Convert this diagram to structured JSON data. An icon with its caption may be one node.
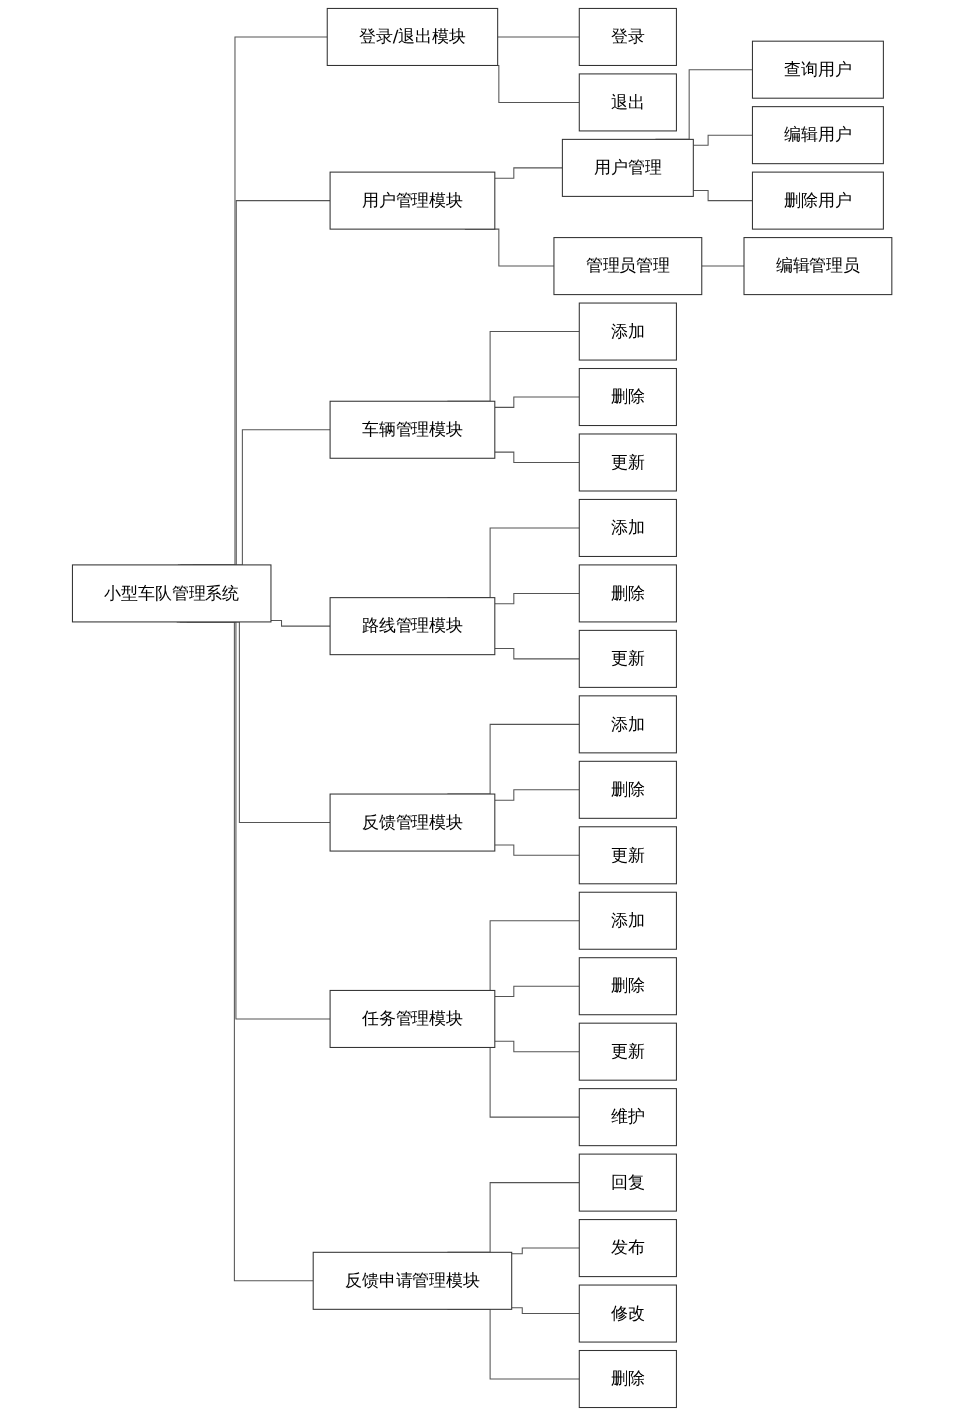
{
  "diagram": {
    "nodes": [
      {
        "text": [
          "小型车队管理系统"
        ]
      },
      {
        "text": [
          "登录/退出模块"
        ]
      },
      {
        "text": [
          "登录"
        ]
      },
      {
        "text": [
          "退出"
        ]
      },
      {
        "text": [
          "用户管理模块"
        ]
      },
      {
        "text": [
          "用户管理"
        ]
      },
      {
        "text": [
          "查询用户"
        ]
      },
      {
        "text": [
          "编辑用户"
        ]
      },
      {
        "text": [
          "删除用户"
        ]
      },
      {
        "text": [
          "管理员管理"
        ]
      },
      {
        "text": [
          "编辑管理员"
        ]
      },
      {
        "text": [
          "车辆管理模块"
        ]
      },
      {
        "text": [
          "添加"
        ]
      },
      {
        "text": [
          "删除"
        ]
      },
      {
        "text": [
          "更新"
        ]
      },
      {
        "text": [
          "路线管理模块"
        ]
      },
      {
        "text": [
          "添加"
        ]
      },
      {
        "text": [
          "删除"
        ]
      },
      {
        "text": [
          "更新"
        ]
      },
      {
        "text": [
          "反馈管理模块"
        ]
      },
      {
        "text": [
          "添加"
        ]
      },
      {
        "text": [
          "删除"
        ]
      },
      {
        "text": [
          "更新"
        ]
      },
      {
        "text": [
          "任务管理模块"
        ]
      },
      {
        "text": [
          "添加"
        ]
      },
      {
        "text": [
          "删除"
        ]
      },
      {
        "text": [
          "更新"
        ]
      },
      {
        "text": [
          "维护"
        ]
      },
      {
        "text": [
          "反馈申请管理模块"
        ]
      },
      {
        "text": [
          "回复"
        ]
      },
      {
        "text": [
          "发布"
        ]
      },
      {
        "text": [
          "修改"
        ]
      },
      {
        "text": [
          "删除"
        ]
      }
    ],
    "edges": [
      {
        "from": 0,
        "to": 1,
        "arrow": "none"
      },
      {
        "from": 1,
        "to": 2,
        "arrow": "none"
      },
      {
        "from": 1,
        "to": 3,
        "arrow": "none"
      },
      {
        "from": 0,
        "to": 4,
        "arrow": "none"
      },
      {
        "from": 4,
        "to": 5,
        "arrow": "none"
      },
      {
        "from": 5,
        "to": 6,
        "arrow": "none"
      },
      {
        "from": 5,
        "to": 7,
        "arrow": "none"
      },
      {
        "from": 5,
        "to": 8,
        "arrow": "none"
      },
      {
        "from": 4,
        "to": 9,
        "arrow": "none"
      },
      {
        "from": 9,
        "to": 10,
        "arrow": "none"
      },
      {
        "from": 0,
        "to": 11,
        "arrow": "none"
      },
      {
        "from": 11,
        "to": 12,
        "arrow": "none"
      },
      {
        "from": 11,
        "to": 13,
        "arrow": "none"
      },
      {
        "from": 11,
        "to": 14,
        "arrow": "none"
      },
      {
        "from": 0,
        "to": 15,
        "arrow": "none"
      },
      {
        "from": 15,
        "to": 16,
        "arrow": "none"
      },
      {
        "from": 15,
        "to": 17,
        "arrow": "none"
      },
      {
        "from": 15,
        "to": 18,
        "arrow": "none"
      },
      {
        "from": 0,
        "to": 19,
        "arrow": "none"
      },
      {
        "from": 19,
        "to": 20,
        "arrow": "none"
      },
      {
        "from": 19,
        "to": 21,
        "arrow": "none"
      },
      {
        "from": 19,
        "to": 22,
        "arrow": "none"
      },
      {
        "from": 0,
        "to": 23,
        "arrow": "none"
      },
      {
        "from": 23,
        "to": 24,
        "arrow": "none"
      },
      {
        "from": 23,
        "to": 25,
        "arrow": "none"
      },
      {
        "from": 23,
        "to": 26,
        "arrow": "none"
      },
      {
        "from": 23,
        "to": 27,
        "arrow": "none"
      },
      {
        "from": 0,
        "to": 28,
        "arrow": "none"
      },
      {
        "from": 28,
        "to": 29,
        "arrow": "none"
      },
      {
        "from": 28,
        "to": 30,
        "arrow": "none"
      },
      {
        "from": 28,
        "to": 31,
        "arrow": "none"
      },
      {
        "from": 28,
        "to": 32,
        "arrow": "none"
      }
    ]
  }
}
